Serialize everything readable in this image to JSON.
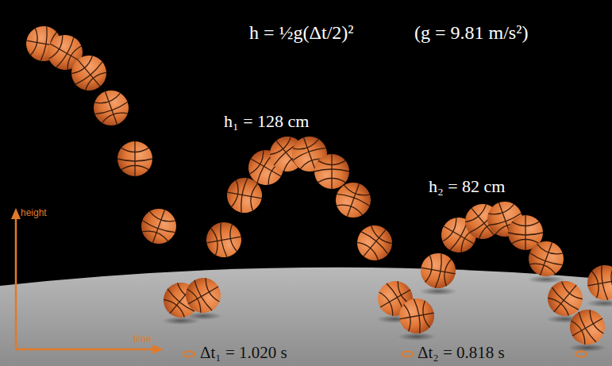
{
  "diagram": {
    "labels": [
      "h = ½g(Δt/2)²",
      "(g = 9.81 m/s²)",
      "h₁ = 128 cm",
      "h₂ = 82 cm",
      "height",
      "time",
      "Δt₁ = 1.020 s",
      "Δt₂ = 0.818 s"
    ]
  }
}
